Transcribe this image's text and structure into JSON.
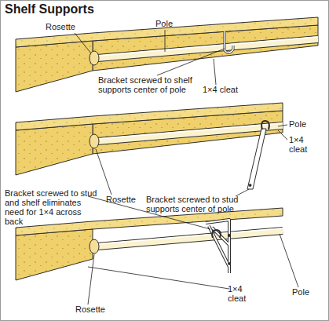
{
  "diagram": {
    "title": "Shelf Supports",
    "labels": [
      "Rosette",
      "Pole",
      "Bracket screwed to shelf supports center of pole",
      "1×4 cleat",
      "Pole",
      "1×4 cleat",
      "Rosette",
      "Bracket screwed to stud supports center of pole",
      "Bracket screwed to stud and shelf eliminates need for 1×4 across back",
      "Pole",
      "1×4 cleat",
      "Rosette"
    ]
  }
}
